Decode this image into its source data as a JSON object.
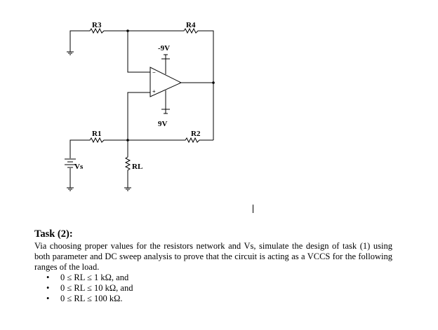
{
  "circuit": {
    "labels": {
      "r3": "R3",
      "r4": "R4",
      "neg_supply": "-9V",
      "pos_supply": "9V",
      "r1": "R1",
      "r2": "R2",
      "vs": "Vs",
      "rl": "RL",
      "opamp_minus": "−",
      "opamp_plus": "+"
    }
  },
  "task": {
    "heading": "Task (2):",
    "body": "Via choosing proper values for the resistors network and Vs, simulate the design of task (1) using both parameter and DC sweep analysis to prove that the circuit is acting as a VCCS for the following ranges of the load.",
    "bullet_symbol": "•",
    "items": [
      "0 ≤ RL ≤ 1 kΩ, and",
      "0 ≤ RL ≤ 10 kΩ, and",
      "0 ≤ RL ≤ 100 kΩ."
    ]
  }
}
